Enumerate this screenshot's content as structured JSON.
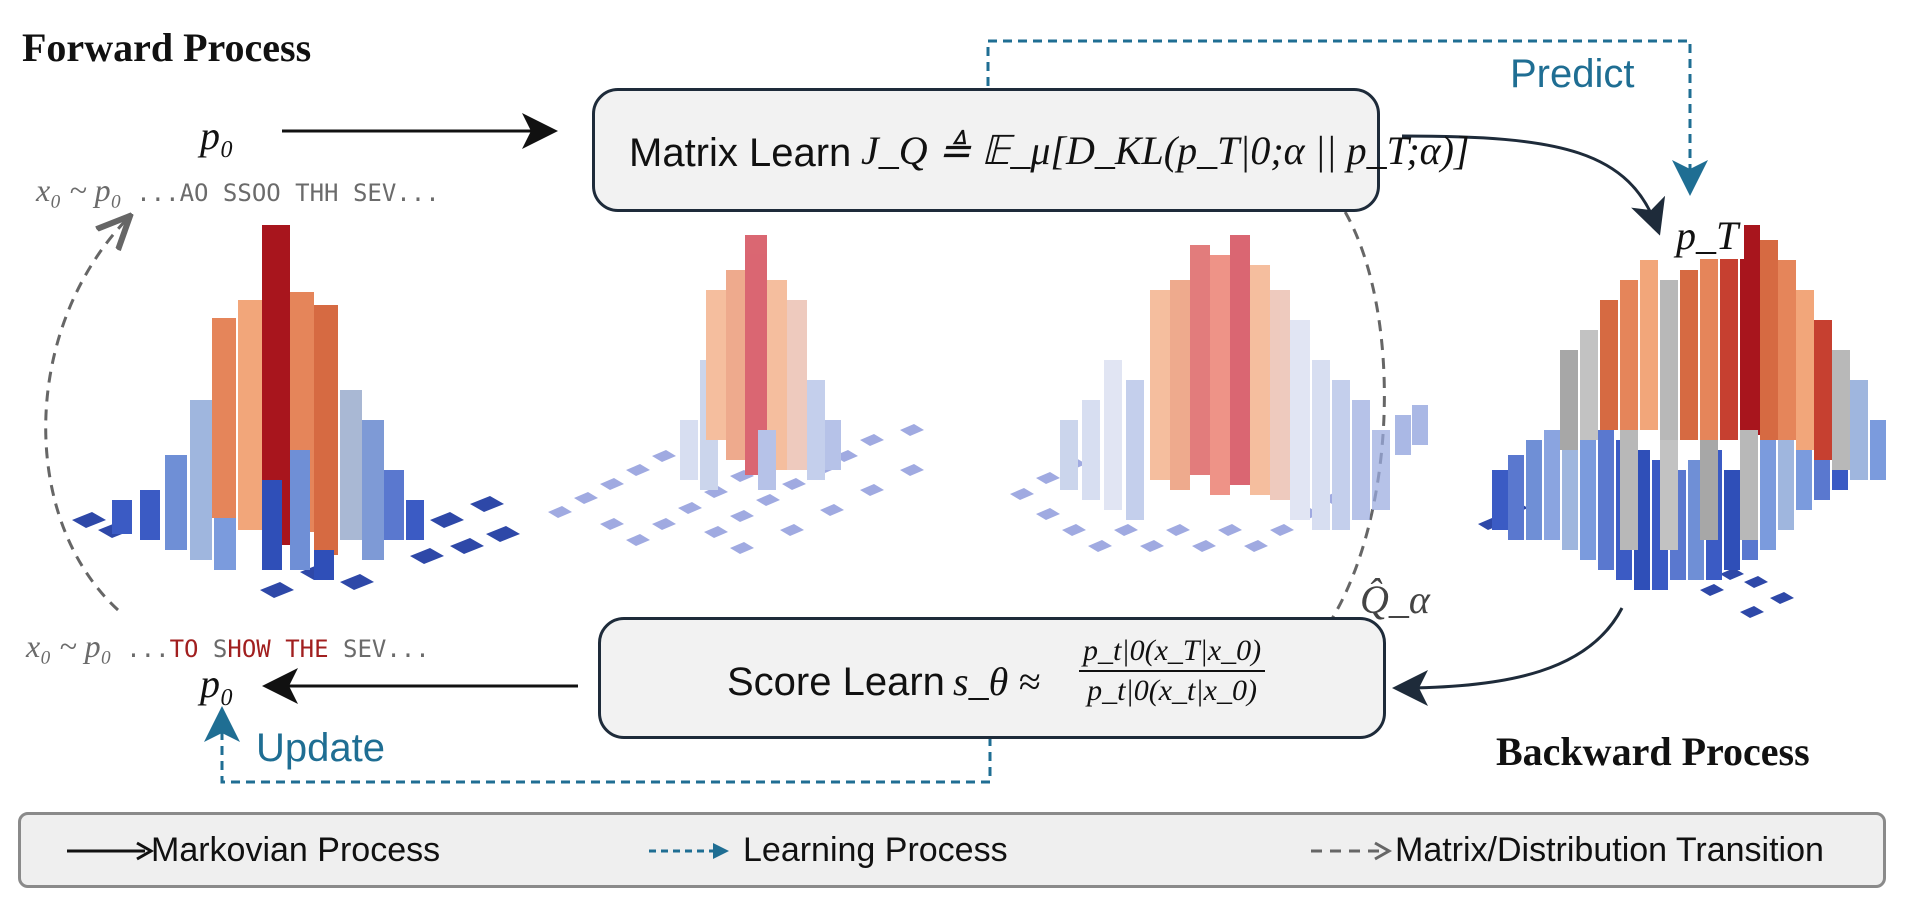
{
  "forward": {
    "title": "Forward Process",
    "p0_top": "p₀",
    "tokens_top": {
      "prefix": "x₀ ~ p₀",
      "text": "...AO SSOO THH SEV..."
    },
    "tokens_bottom": {
      "prefix": "x₀ ~ p₀",
      "parts": [
        "...",
        "TO",
        " S",
        "HOW",
        " ",
        "THE",
        " SEV..."
      ]
    },
    "p0_bottom": "p₀"
  },
  "backward": {
    "title": "Backward Process",
    "pT": "p_T"
  },
  "matrix_box": {
    "label": "Matrix Learn",
    "formula": "J_Q ≜ 𝔼_μ[D_KL(p_T|0;α || p_T;α)]"
  },
  "score_box": {
    "label": "Score Learn",
    "lhs": "s_θ ≈",
    "numerator": "p_t|0(x_T|x_0)",
    "denominator": "p_t|0(x_t|x_0)"
  },
  "arrow_labels": {
    "predict": "Predict",
    "update": "Update",
    "q_alpha": "Q̂_α"
  },
  "legend": {
    "markovian": "Markovian Process",
    "learning": "Learning Process",
    "transition": "Matrix/Distribution Transition"
  },
  "colors": {
    "markovian": "#111111",
    "learning": "#1f6e93",
    "transition": "#666666",
    "box_fill": "#f2f2f2",
    "box_border": "#1e2b3a",
    "token_highlight": "#a11f1f"
  },
  "icons": {
    "histograms": [
      "histogram-source-icon",
      "histogram-intermediate-1-icon",
      "histogram-intermediate-2-icon",
      "histogram-target-icon"
    ]
  }
}
